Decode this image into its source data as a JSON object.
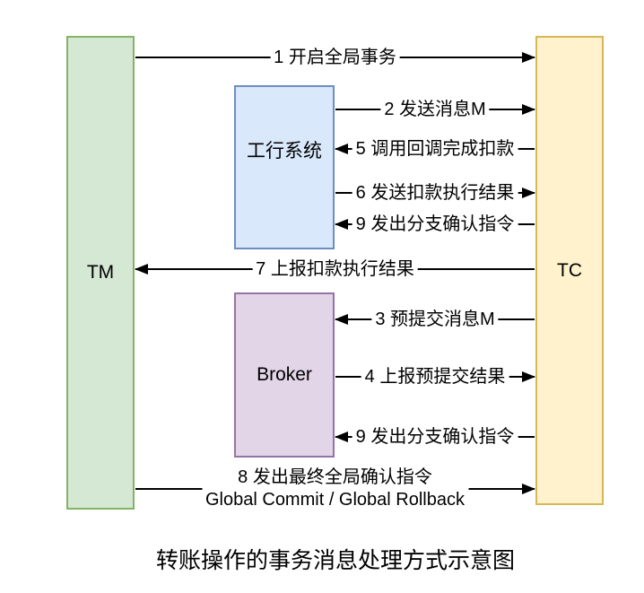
{
  "diagram": {
    "caption": "转账操作的事务消息处理方式示意图",
    "nodes": {
      "tm": {
        "label": "TM",
        "fill": "#d5e8d4",
        "border": "#82b366"
      },
      "icbc": {
        "label": "工行系统",
        "fill": "#dae8fc",
        "border": "#6c8ebf"
      },
      "broker": {
        "label": "Broker",
        "fill": "#e1d5e7",
        "border": "#9673a6"
      },
      "tc": {
        "label": "TC",
        "fill": "#fff2cc",
        "border": "#d6b656"
      }
    },
    "edges": [
      {
        "id": "1",
        "label": "1 开启全局事务",
        "from": "TM",
        "to": "TC",
        "direction": "right"
      },
      {
        "id": "2",
        "label": "2 发送消息M",
        "from": "工行系统",
        "to": "TC",
        "direction": "right"
      },
      {
        "id": "5",
        "label": "5 调用回调完成扣款",
        "from": "TC",
        "to": "工行系统",
        "direction": "left"
      },
      {
        "id": "6",
        "label": "6 发送扣款执行结果",
        "from": "工行系统",
        "to": "TC",
        "direction": "right"
      },
      {
        "id": "9a",
        "label": "9 发出分支确认指令",
        "from": "TC",
        "to": "工行系统",
        "direction": "left"
      },
      {
        "id": "7",
        "label": "7 上报扣款执行结果",
        "from": "TC",
        "to": "TM",
        "direction": "left"
      },
      {
        "id": "3",
        "label": "3 预提交消息M",
        "from": "TC",
        "to": "Broker",
        "direction": "left"
      },
      {
        "id": "4",
        "label": "4 上报预提交结果",
        "from": "Broker",
        "to": "TC",
        "direction": "right"
      },
      {
        "id": "9b",
        "label": "9 发出分支确认指令",
        "from": "TC",
        "to": "Broker",
        "direction": "left"
      },
      {
        "id": "8",
        "label": "8 发出最终全局确认指令",
        "label2": "Global Commit / Global Rollback",
        "from": "TM",
        "to": "TC",
        "direction": "right"
      }
    ],
    "colors": {
      "line": "#000000",
      "background": "#ffffff",
      "text": "#000000"
    }
  }
}
